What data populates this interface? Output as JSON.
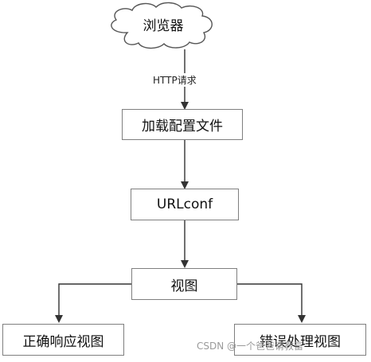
{
  "diagram": {
    "nodes": {
      "browser": "浏览器",
      "load_config": "加载配置文件",
      "urlconf": "URLconf",
      "view": "视图",
      "correct_view": "正确响应视图",
      "error_view": "错误处理视图"
    },
    "edges": {
      "http_request": "HTTP请求"
    }
  },
  "watermark": "CSDN @一个爸爸请教富"
}
